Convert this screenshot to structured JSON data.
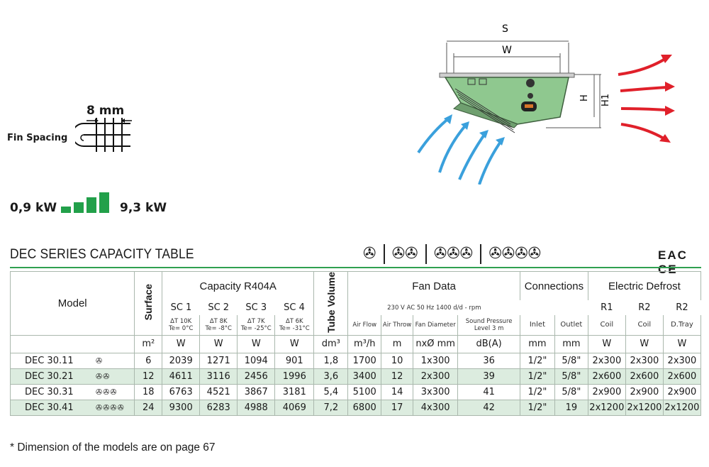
{
  "fin": {
    "value": "8 mm",
    "label": "Fin Spacing"
  },
  "range": {
    "min": "0,9 kW",
    "max": "9,3 kW",
    "levels": [
      0.25,
      0.5,
      0.75,
      1.0
    ]
  },
  "diagram": {
    "s_label": "S",
    "w_label": "W",
    "h_label": "H",
    "h1_label": "H1"
  },
  "title": "DEC SERIES CAPACITY TABLE",
  "fan_group_icons": [
    "fan-icon x1",
    "fan-icon x2",
    "fan-icon x3",
    "fan-icon x4"
  ],
  "cert": "EAC CE",
  "table": {
    "model": "Model",
    "surface": "Surface",
    "tube_volume": "Tube Volume",
    "capacity_title": "Capacity R404A",
    "sc": [
      {
        "name": "SC 1",
        "dt": "ΔT 10K",
        "te": "Te= 0°C"
      },
      {
        "name": "SC 2",
        "dt": "ΔT 8K",
        "te": "Te= -8°C"
      },
      {
        "name": "SC 3",
        "dt": "ΔT 7K",
        "te": "Te= -25°C"
      },
      {
        "name": "SC 4",
        "dt": "ΔT 6K",
        "te": "Te= -31°C"
      }
    ],
    "fan_title": "Fan Data",
    "fan_sub": "230 V AC 50 Hz   1400 d/d - rpm",
    "fan_cols": [
      "Air Flow",
      "Air Throw",
      "Fan Diameter",
      "Sound Pressure Level 3 m"
    ],
    "conn_title": "Connections",
    "conn_cols": [
      "Inlet",
      "Outlet"
    ],
    "def_title": "Electric Defrost",
    "def_cols": [
      {
        "a": "R1",
        "b": "Coil"
      },
      {
        "a": "R2",
        "b": "Coil"
      },
      {
        "a": "R2",
        "b": "D.Tray"
      }
    ],
    "units": [
      "m²",
      "W",
      "W",
      "W",
      "W",
      "dm³",
      "m³/h",
      "m",
      "nxØ mm",
      "dB(A)",
      "mm",
      "mm",
      "W",
      "W",
      "W"
    ],
    "rows": [
      {
        "model": "DEC 30.11",
        "fans": "✇",
        "surface": "6",
        "sc1": "2039",
        "sc2": "1271",
        "sc3": "1094",
        "sc4": "901",
        "tube": "1,8",
        "flow": "1700",
        "throw": "10",
        "dia": "1x300",
        "spl": "36",
        "inlet": "1/2\"",
        "outlet": "5/8\"",
        "r1": "2x300",
        "r2": "2x300",
        "r2t": "2x300"
      },
      {
        "model": "DEC 30.21",
        "fans": "✇✇",
        "surface": "12",
        "sc1": "4611",
        "sc2": "3116",
        "sc3": "2456",
        "sc4": "1996",
        "tube": "3,6",
        "flow": "3400",
        "throw": "12",
        "dia": "2x300",
        "spl": "39",
        "inlet": "1/2\"",
        "outlet": "5/8\"",
        "r1": "2x600",
        "r2": "2x600",
        "r2t": "2x600"
      },
      {
        "model": "DEC 30.31",
        "fans": "✇✇✇",
        "surface": "18",
        "sc1": "6763",
        "sc2": "4521",
        "sc3": "3867",
        "sc4": "3181",
        "tube": "5,4",
        "flow": "5100",
        "throw": "14",
        "dia": "3x300",
        "spl": "41",
        "inlet": "1/2\"",
        "outlet": "5/8\"",
        "r1": "2x900",
        "r2": "2x900",
        "r2t": "2x900"
      },
      {
        "model": "DEC 30.41",
        "fans": "✇✇✇✇",
        "surface": "24",
        "sc1": "9300",
        "sc2": "6283",
        "sc3": "4988",
        "sc4": "4069",
        "tube": "7,2",
        "flow": "6800",
        "throw": "17",
        "dia": "4x300",
        "spl": "42",
        "inlet": "1/2\"",
        "outlet": "19",
        "r1": "2x1200",
        "r2": "2x1200",
        "r2t": "2x1200"
      }
    ]
  },
  "footnote": "* Dimension of the models are on page 67"
}
